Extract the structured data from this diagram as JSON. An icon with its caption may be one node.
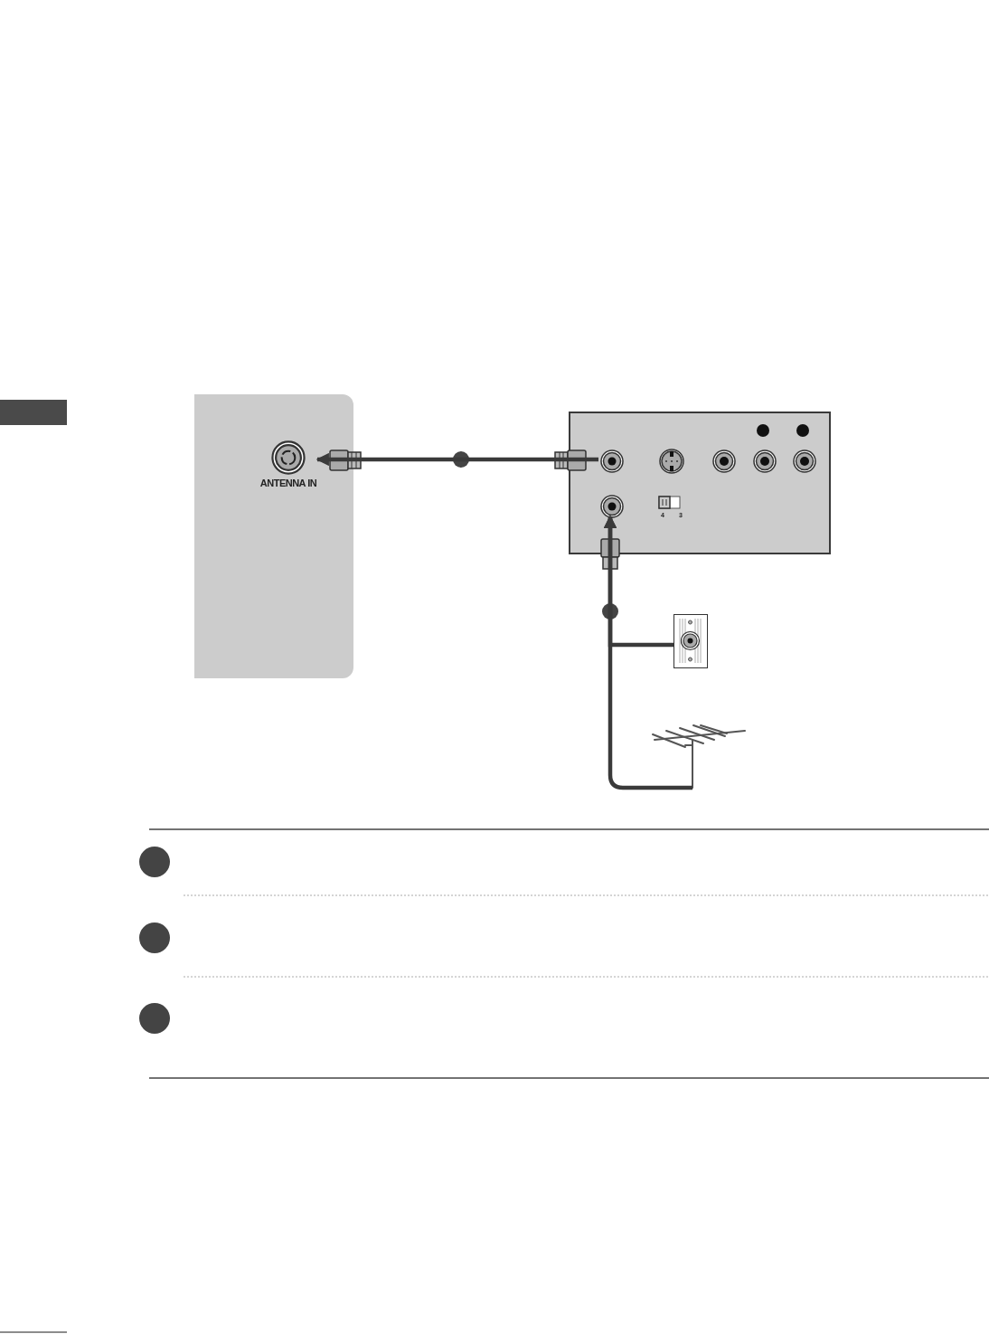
{
  "diagram": {
    "nodes": [
      {
        "text": [],
        "shape": "box"
      },
      {
        "text": [
          "ANTENNA IN"
        ],
        "in": 0
      },
      {
        "text": [],
        "shape": "box"
      },
      {
        "text": [],
        "shape": "circle",
        "in": 2
      },
      {
        "text": [],
        "shape": "circle",
        "in": 2
      },
      {
        "text": [],
        "shape": "box"
      },
      {
        "text": [],
        "shape": "picture"
      },
      {
        "text": [],
        "shape": "bar"
      },
      {
        "text": [],
        "shape": "circle",
        "in": 2
      },
      {
        "text": [],
        "shape": "circle",
        "in": 2
      },
      {
        "text": [],
        "shape": "circle",
        "in": 2
      },
      {
        "text": [],
        "shape": "circle",
        "in": 2
      }
    ],
    "edges": [
      {
        "from": 3,
        "to": 1,
        "arrow": "to"
      },
      {
        "from": 5,
        "to": 4,
        "arrow": "to"
      },
      {
        "from": 6,
        "to": 4,
        "arrow": "to"
      }
    ],
    "labels": [
      "4",
      "3"
    ]
  }
}
